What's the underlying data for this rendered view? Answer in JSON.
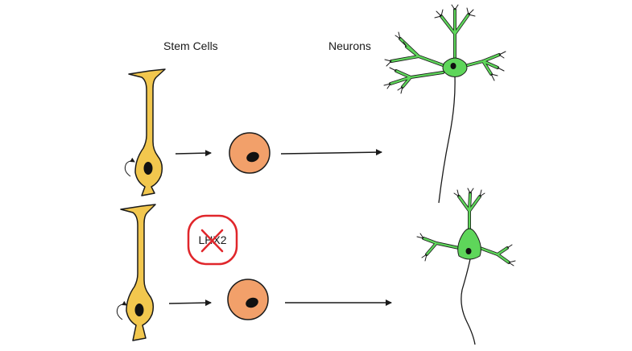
{
  "headers": {
    "stem_cells": "Stem Cells",
    "neurons": "Neurons"
  },
  "knockout": {
    "gene_label": "LHX2"
  },
  "colors": {
    "stem_cell_fill": "#f2c74e",
    "progenitor_fill": "#f2a06a",
    "neuron_fill": "#5ed65a",
    "knockout_red": "#e0262b",
    "outline": "#1a1a1a"
  },
  "icons": [
    "self-renewal-arrow-icon",
    "knockout-cross-icon"
  ]
}
